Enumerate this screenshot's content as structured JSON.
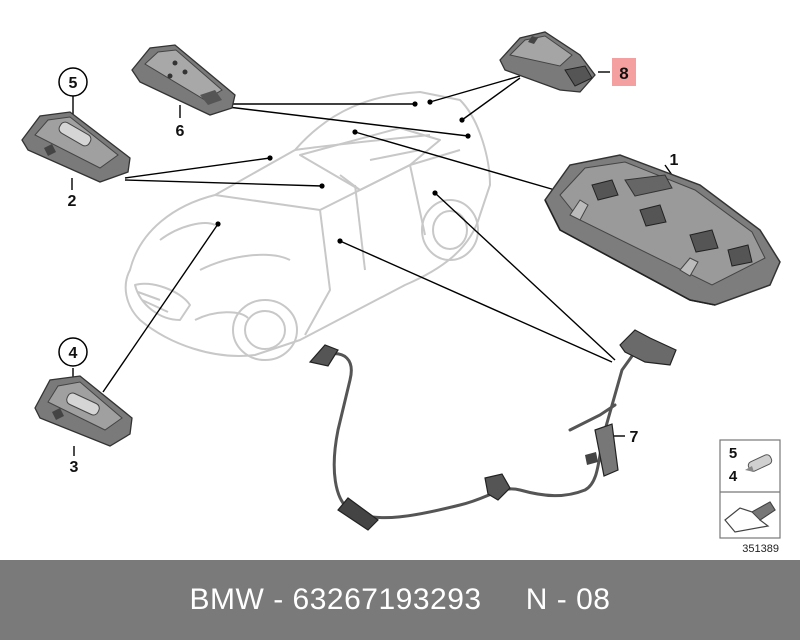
{
  "callouts": {
    "c1": "1",
    "c2": "2",
    "c3": "3",
    "c4": "4",
    "c5": "5",
    "c6": "6",
    "c7": "7",
    "c8": "8"
  },
  "legend": {
    "num_top": "5",
    "num_bottom": "4"
  },
  "ref_number": "351389",
  "footer": {
    "brand": "BMW",
    "sep1": " - ",
    "part_number": "63267193293",
    "gap": "     ",
    "label": "N - 08"
  },
  "colors": {
    "highlight": "#f4a0a0",
    "footer_bg": "#7a7a7a",
    "line": "#000000",
    "car_outline": "#c8c8c8",
    "part_dark": "#555555",
    "part_mid": "#8a8a8a",
    "part_light": "#b5b5b5"
  }
}
